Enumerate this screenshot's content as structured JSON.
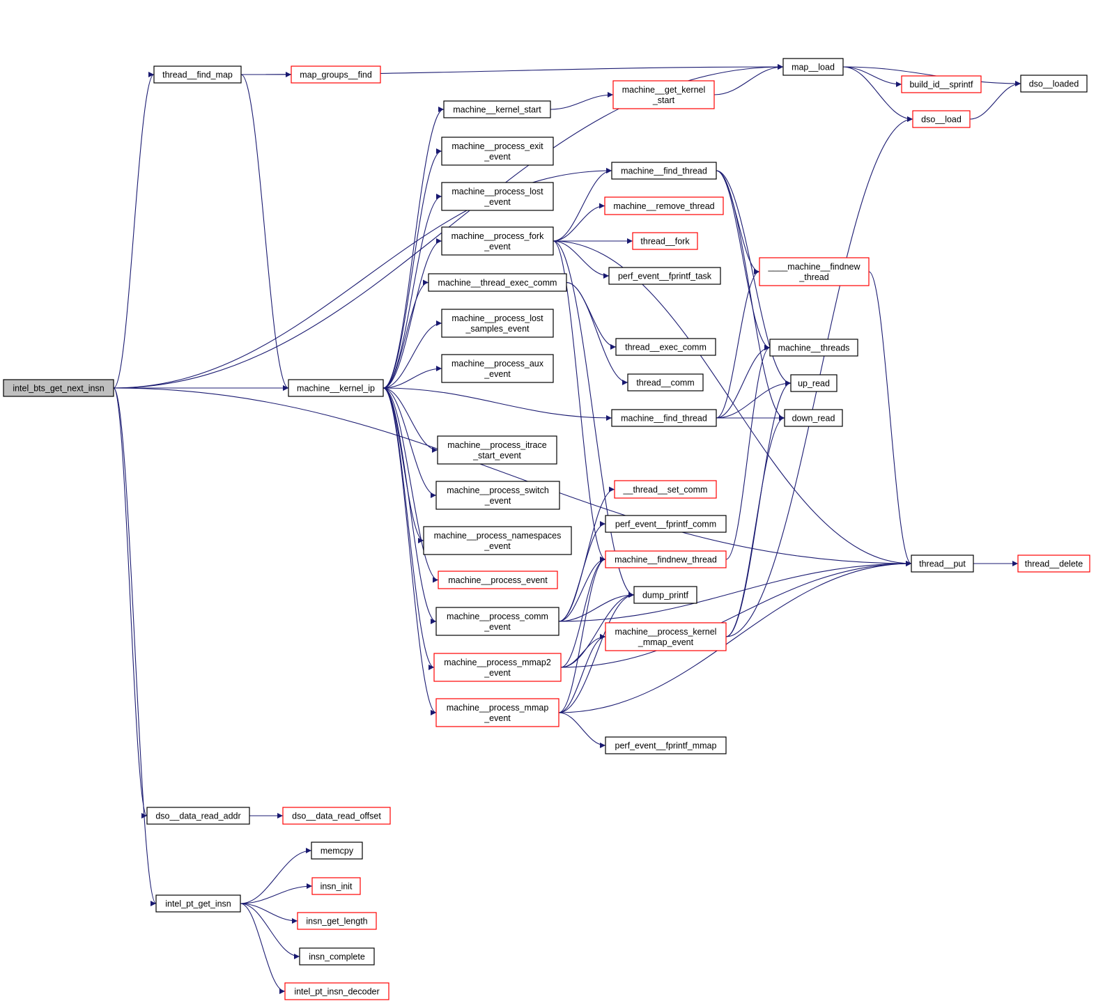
{
  "diagram": {
    "type": "call-graph",
    "title": "intel_bts_get_next_insn call graph",
    "colors": {
      "edge": "#191970",
      "root_fill": "#bfbfbf",
      "normal_border": "#000000",
      "truncated_border": "#ff0000",
      "node_fill": "#ffffff"
    },
    "nodes": [
      {
        "id": "intel_bts_get_next_insn",
        "lines": [
          "intel_bts_get_next_insn"
        ],
        "kind": "root"
      },
      {
        "id": "thread__find_map",
        "lines": [
          "thread__find_map"
        ],
        "kind": "normal"
      },
      {
        "id": "map_groups__find",
        "lines": [
          "map_groups__find"
        ],
        "kind": "truncated"
      },
      {
        "id": "map__load",
        "lines": [
          "map__load"
        ],
        "kind": "normal"
      },
      {
        "id": "build_id__sprintf",
        "lines": [
          "build_id__sprintf"
        ],
        "kind": "truncated"
      },
      {
        "id": "dso__loaded",
        "lines": [
          "dso__loaded"
        ],
        "kind": "normal"
      },
      {
        "id": "dso__load",
        "lines": [
          "dso__load"
        ],
        "kind": "truncated"
      },
      {
        "id": "machine__get_kernel_start",
        "lines": [
          "machine__get_kernel",
          "_start"
        ],
        "kind": "truncated"
      },
      {
        "id": "machine__kernel_start",
        "lines": [
          "machine__kernel_start"
        ],
        "kind": "normal"
      },
      {
        "id": "machine__process_exit_event",
        "lines": [
          "machine__process_exit",
          "_event"
        ],
        "kind": "normal"
      },
      {
        "id": "machine__process_lost_event",
        "lines": [
          "machine__process_lost",
          "_event"
        ],
        "kind": "normal"
      },
      {
        "id": "machine__process_fork_event",
        "lines": [
          "machine__process_fork",
          "_event"
        ],
        "kind": "normal"
      },
      {
        "id": "machine__thread_exec_comm",
        "lines": [
          "machine__thread_exec_comm"
        ],
        "kind": "normal"
      },
      {
        "id": "machine__process_lost_samples_event",
        "lines": [
          "machine__process_lost",
          "_samples_event"
        ],
        "kind": "normal"
      },
      {
        "id": "machine__process_aux_event",
        "lines": [
          "machine__process_aux",
          "_event"
        ],
        "kind": "normal"
      },
      {
        "id": "machine__kernel_ip",
        "lines": [
          "machine__kernel_ip"
        ],
        "kind": "normal"
      },
      {
        "id": "machine__process_itrace_start_event",
        "lines": [
          "machine__process_itrace",
          "_start_event"
        ],
        "kind": "normal"
      },
      {
        "id": "machine__process_switch_event",
        "lines": [
          "machine__process_switch",
          "_event"
        ],
        "kind": "normal"
      },
      {
        "id": "machine__process_namespaces_event",
        "lines": [
          "machine__process_namespaces",
          "_event"
        ],
        "kind": "normal"
      },
      {
        "id": "machine__process_event",
        "lines": [
          "machine__process_event"
        ],
        "kind": "truncated"
      },
      {
        "id": "machine__process_comm_event",
        "lines": [
          "machine__process_comm",
          "_event"
        ],
        "kind": "normal"
      },
      {
        "id": "machine__process_mmap2_event",
        "lines": [
          "machine__process_mmap2",
          "_event"
        ],
        "kind": "truncated"
      },
      {
        "id": "machine__process_mmap_event",
        "lines": [
          "machine__process_mmap",
          "_event"
        ],
        "kind": "truncated"
      },
      {
        "id": "machine__find_thread_a",
        "lines": [
          "machine__find_thread"
        ],
        "kind": "normal"
      },
      {
        "id": "machine__remove_thread",
        "lines": [
          "machine__remove_thread"
        ],
        "kind": "truncated"
      },
      {
        "id": "thread__fork",
        "lines": [
          "thread__fork"
        ],
        "kind": "truncated"
      },
      {
        "id": "perf_event__fprintf_task",
        "lines": [
          "perf_event__fprintf_task"
        ],
        "kind": "normal"
      },
      {
        "id": "thread__exec_comm",
        "lines": [
          "thread__exec_comm"
        ],
        "kind": "normal"
      },
      {
        "id": "thread__comm",
        "lines": [
          "thread__comm"
        ],
        "kind": "normal"
      },
      {
        "id": "machine__find_thread_b",
        "lines": [
          "machine__find_thread"
        ],
        "kind": "normal"
      },
      {
        "id": "__thread__set_comm",
        "lines": [
          "__thread__set_comm"
        ],
        "kind": "truncated"
      },
      {
        "id": "perf_event__fprintf_comm",
        "lines": [
          "perf_event__fprintf_comm"
        ],
        "kind": "normal"
      },
      {
        "id": "machine__findnew_thread",
        "lines": [
          "machine__findnew_thread"
        ],
        "kind": "truncated"
      },
      {
        "id": "dump_printf",
        "lines": [
          "dump_printf"
        ],
        "kind": "normal"
      },
      {
        "id": "machine__process_kernel_mmap_event",
        "lines": [
          "machine__process_kernel",
          "_mmap_event"
        ],
        "kind": "truncated"
      },
      {
        "id": "perf_event__fprintf_mmap",
        "lines": [
          "perf_event__fprintf_mmap"
        ],
        "kind": "normal"
      },
      {
        "id": "____machine__findnew_thread",
        "lines": [
          "____machine__findnew",
          "_thread"
        ],
        "kind": "truncated"
      },
      {
        "id": "machine__threads",
        "lines": [
          "machine__threads"
        ],
        "kind": "normal"
      },
      {
        "id": "up_read",
        "lines": [
          "up_read"
        ],
        "kind": "normal"
      },
      {
        "id": "down_read",
        "lines": [
          "down_read"
        ],
        "kind": "normal"
      },
      {
        "id": "thread__put",
        "lines": [
          "thread__put"
        ],
        "kind": "normal"
      },
      {
        "id": "thread__delete",
        "lines": [
          "thread__delete"
        ],
        "kind": "truncated"
      },
      {
        "id": "dso__data_read_addr",
        "lines": [
          "dso__data_read_addr"
        ],
        "kind": "normal"
      },
      {
        "id": "dso__data_read_offset",
        "lines": [
          "dso__data_read_offset"
        ],
        "kind": "truncated"
      },
      {
        "id": "intel_pt_get_insn",
        "lines": [
          "intel_pt_get_insn"
        ],
        "kind": "normal"
      },
      {
        "id": "memcpy",
        "lines": [
          "memcpy"
        ],
        "kind": "normal"
      },
      {
        "id": "insn_init",
        "lines": [
          "insn_init"
        ],
        "kind": "truncated"
      },
      {
        "id": "insn_get_length",
        "lines": [
          "insn_get_length"
        ],
        "kind": "truncated"
      },
      {
        "id": "insn_complete",
        "lines": [
          "insn_complete"
        ],
        "kind": "normal"
      },
      {
        "id": "intel_pt_insn_decoder",
        "lines": [
          "intel_pt_insn_decoder"
        ],
        "kind": "truncated"
      }
    ],
    "edges": [
      [
        "intel_bts_get_next_insn",
        "thread__find_map"
      ],
      [
        "intel_bts_get_next_insn",
        "map__load"
      ],
      [
        "intel_bts_get_next_insn",
        "machine__find_thread_a"
      ],
      [
        "intel_bts_get_next_insn",
        "machine__kernel_ip"
      ],
      [
        "intel_bts_get_next_insn",
        "thread__put"
      ],
      [
        "intel_bts_get_next_insn",
        "dso__data_read_addr"
      ],
      [
        "intel_bts_get_next_insn",
        "intel_pt_get_insn"
      ],
      [
        "thread__find_map",
        "map_groups__find"
      ],
      [
        "thread__find_map",
        "map__load"
      ],
      [
        "thread__find_map",
        "machine__kernel_ip"
      ],
      [
        "map__load",
        "build_id__sprintf"
      ],
      [
        "map__load",
        "dso__loaded"
      ],
      [
        "map__load",
        "dso__load"
      ],
      [
        "dso__load",
        "dso__loaded"
      ],
      [
        "machine__get_kernel_start",
        "map__load"
      ],
      [
        "machine__kernel_start",
        "machine__get_kernel_start"
      ],
      [
        "machine__kernel_ip",
        "machine__kernel_start"
      ],
      [
        "machine__kernel_ip",
        "machine__process_exit_event"
      ],
      [
        "machine__kernel_ip",
        "machine__process_lost_event"
      ],
      [
        "machine__kernel_ip",
        "machine__process_fork_event"
      ],
      [
        "machine__kernel_ip",
        "machine__thread_exec_comm"
      ],
      [
        "machine__kernel_ip",
        "machine__process_lost_samples_event"
      ],
      [
        "machine__kernel_ip",
        "machine__process_aux_event"
      ],
      [
        "machine__kernel_ip",
        "machine__find_thread_b"
      ],
      [
        "machine__kernel_ip",
        "machine__process_itrace_start_event"
      ],
      [
        "machine__kernel_ip",
        "machine__process_switch_event"
      ],
      [
        "machine__kernel_ip",
        "machine__process_namespaces_event"
      ],
      [
        "machine__kernel_ip",
        "machine__process_event"
      ],
      [
        "machine__kernel_ip",
        "machine__process_comm_event"
      ],
      [
        "machine__kernel_ip",
        "machine__process_mmap2_event"
      ],
      [
        "machine__kernel_ip",
        "machine__process_mmap_event"
      ],
      [
        "machine__process_fork_event",
        "machine__find_thread_a"
      ],
      [
        "machine__process_fork_event",
        "machine__remove_thread"
      ],
      [
        "machine__process_fork_event",
        "thread__fork"
      ],
      [
        "machine__process_fork_event",
        "perf_event__fprintf_task"
      ],
      [
        "machine__process_fork_event",
        "thread__put"
      ],
      [
        "machine__process_fork_event",
        "machine__findnew_thread"
      ],
      [
        "machine__process_fork_event",
        "dump_printf"
      ],
      [
        "machine__thread_exec_comm",
        "thread__exec_comm"
      ],
      [
        "machine__thread_exec_comm",
        "thread__comm"
      ],
      [
        "machine__find_thread_a",
        "____machine__findnew_thread"
      ],
      [
        "machine__find_thread_a",
        "machine__threads"
      ],
      [
        "machine__find_thread_a",
        "up_read"
      ],
      [
        "machine__find_thread_a",
        "down_read"
      ],
      [
        "machine__find_thread_b",
        "____machine__findnew_thread"
      ],
      [
        "machine__find_thread_b",
        "machine__threads"
      ],
      [
        "machine__find_thread_b",
        "up_read"
      ],
      [
        "machine__find_thread_b",
        "down_read"
      ],
      [
        "machine__process_comm_event",
        "__thread__set_comm"
      ],
      [
        "machine__process_comm_event",
        "perf_event__fprintf_comm"
      ],
      [
        "machine__process_comm_event",
        "machine__findnew_thread"
      ],
      [
        "machine__process_comm_event",
        "dump_printf"
      ],
      [
        "machine__process_comm_event",
        "thread__put"
      ],
      [
        "machine__process_mmap2_event",
        "machine__findnew_thread"
      ],
      [
        "machine__process_mmap2_event",
        "dump_printf"
      ],
      [
        "machine__process_mmap2_event",
        "machine__process_kernel_mmap_event"
      ],
      [
        "machine__process_mmap2_event",
        "thread__put"
      ],
      [
        "machine__process_mmap_event",
        "machine__findnew_thread"
      ],
      [
        "machine__process_mmap_event",
        "dump_printf"
      ],
      [
        "machine__process_mmap_event",
        "machine__process_kernel_mmap_event"
      ],
      [
        "machine__process_mmap_event",
        "thread__put"
      ],
      [
        "machine__process_mmap_event",
        "perf_event__fprintf_mmap"
      ],
      [
        "machine__findnew_thread",
        "machine__threads"
      ],
      [
        "machine__process_kernel_mmap_event",
        "dso__load"
      ],
      [
        "machine__process_kernel_mmap_event",
        "up_read"
      ],
      [
        "machine__process_kernel_mmap_event",
        "down_read"
      ],
      [
        "____machine__findnew_thread",
        "thread__put"
      ],
      [
        "thread__put",
        "thread__delete"
      ],
      [
        "dso__data_read_addr",
        "dso__data_read_offset"
      ],
      [
        "intel_pt_get_insn",
        "memcpy"
      ],
      [
        "intel_pt_get_insn",
        "insn_init"
      ],
      [
        "intel_pt_get_insn",
        "insn_get_length"
      ],
      [
        "intel_pt_get_insn",
        "insn_complete"
      ],
      [
        "intel_pt_get_insn",
        "intel_pt_insn_decoder"
      ]
    ]
  }
}
